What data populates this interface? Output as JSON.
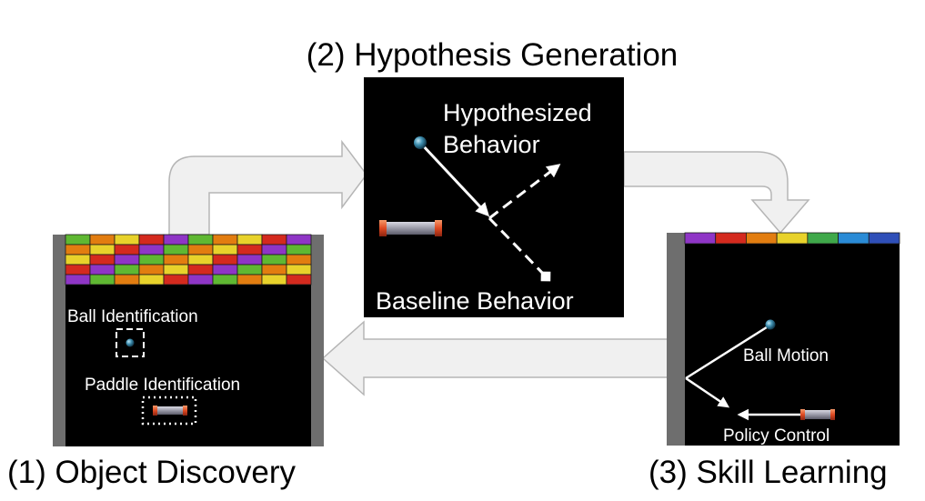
{
  "stages": {
    "object_discovery": {
      "title": "(1) Object Discovery",
      "ball_label": "Ball Identification",
      "paddle_label": "Paddle Identification"
    },
    "hypothesis_generation": {
      "title": "(2) Hypothesis Generation",
      "hypothesized_label_line1": "Hypothesized",
      "hypothesized_label_line2": "Behavior",
      "baseline_label": "Baseline Behavior"
    },
    "skill_learning": {
      "title": "(3) Skill Learning",
      "ball_motion_label": "Ball Motion",
      "policy_control_label": "Policy Control"
    }
  },
  "colors": {
    "panel_bg": "#000000",
    "wall": "#6e6e6e",
    "arrow_fill": "#f0f0f0",
    "arrow_stroke": "#b5b5b5",
    "brick_rows": [
      "#5fb832",
      "#e27d10",
      "#e8d22b",
      "#d42a1e",
      "#8f35c6"
    ],
    "skill_bricks": [
      "#8f35c6",
      "#d42a1e",
      "#e27d10",
      "#e8d22b",
      "#3fa84a",
      "#2a8bd6",
      "#2f4fb8"
    ],
    "paddle_body": "#9a9aa8",
    "paddle_cap": "#e04a22"
  },
  "icons": [
    "ball-icon",
    "paddle-icon",
    "flow-arrow-icon"
  ]
}
